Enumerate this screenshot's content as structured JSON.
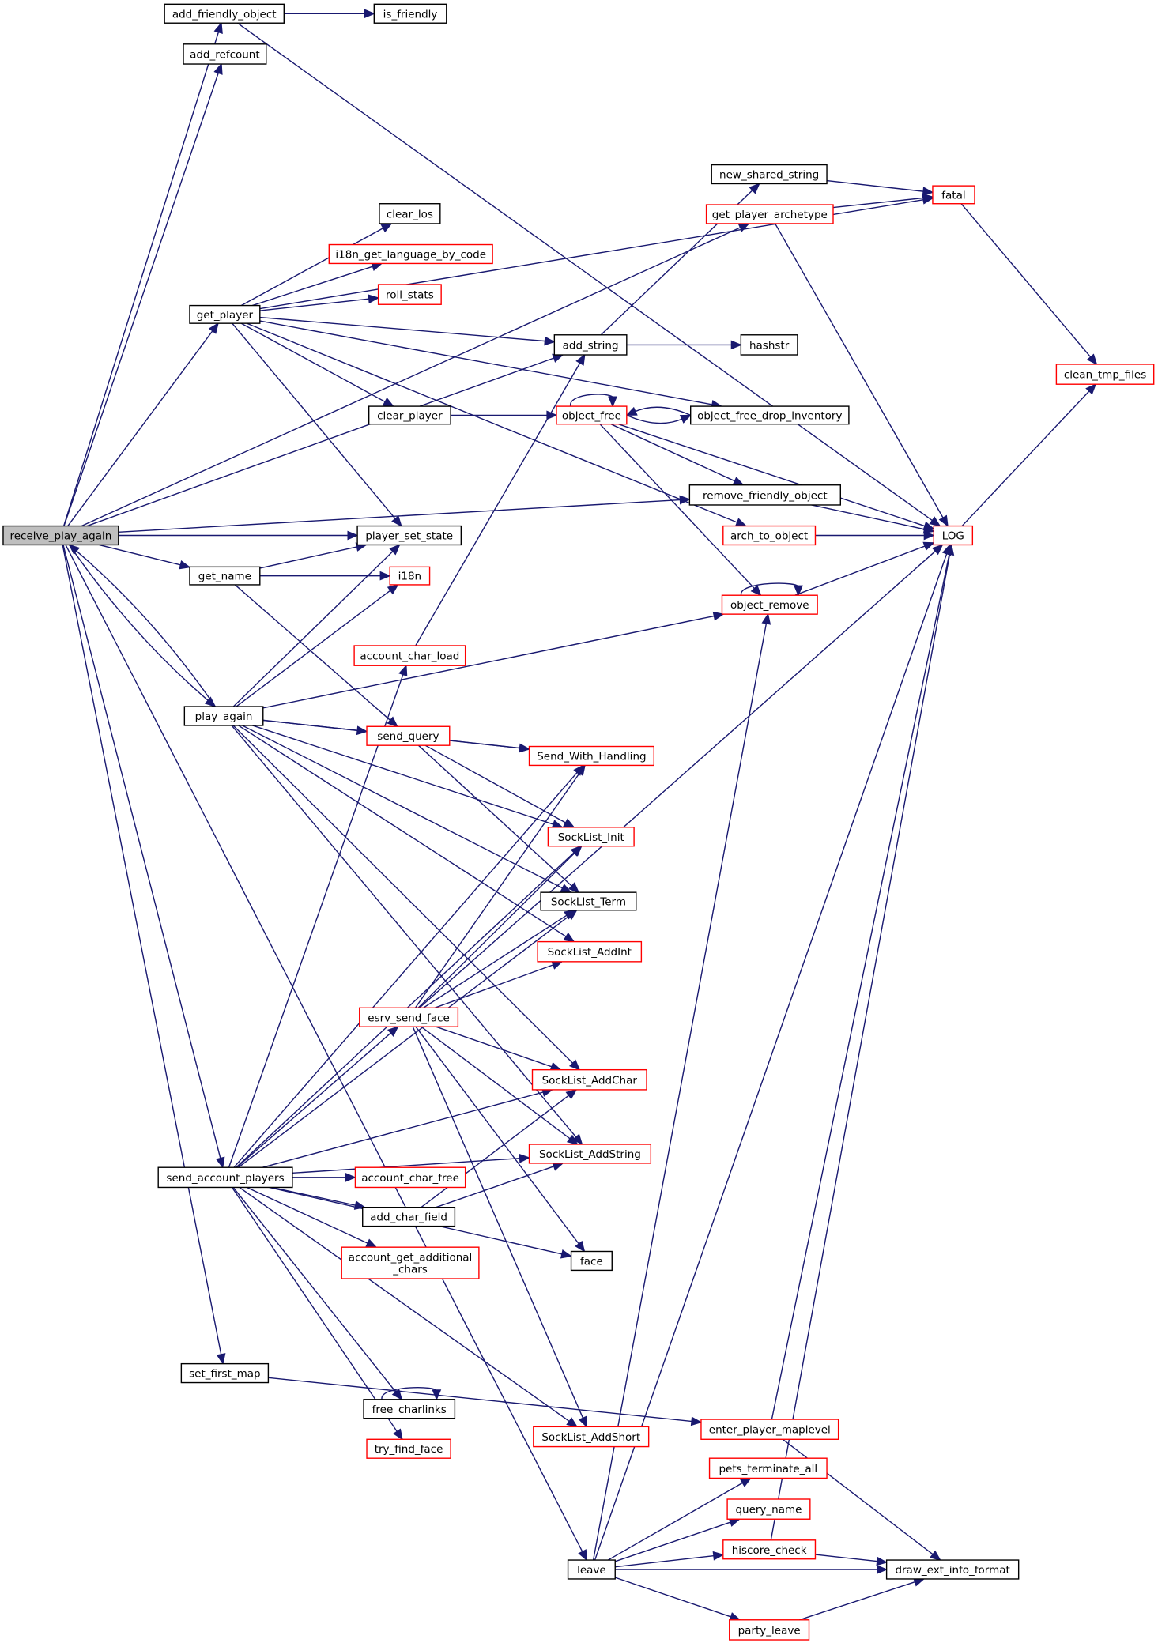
{
  "colors": {
    "edge": "#191970",
    "node_border": "#000000",
    "node_border_red": "#ff0000",
    "current_fill": "#bfbfbf",
    "background": "#ffffff"
  },
  "nodes": [
    {
      "id": "receive_play_again",
      "label": "receive_play_again",
      "style": "current"
    },
    {
      "id": "add_friendly_object",
      "label": "add_friendly_object",
      "style": "black"
    },
    {
      "id": "is_friendly",
      "label": "is_friendly",
      "style": "black"
    },
    {
      "id": "add_refcount",
      "label": "add_refcount",
      "style": "black"
    },
    {
      "id": "get_player",
      "label": "get_player",
      "style": "black"
    },
    {
      "id": "fatal",
      "label": "fatal",
      "style": "red"
    },
    {
      "id": "clear_los",
      "label": "clear_los",
      "style": "black"
    },
    {
      "id": "i18n_get_language_by_code",
      "label": "i18n_get_language_by_code",
      "style": "red"
    },
    {
      "id": "roll_stats",
      "label": "roll_stats",
      "style": "red"
    },
    {
      "id": "add_string",
      "label": "add_string",
      "style": "black"
    },
    {
      "id": "new_shared_string",
      "label": "new_shared_string",
      "style": "black"
    },
    {
      "id": "get_player_archetype",
      "label": "get_player_archetype",
      "style": "red"
    },
    {
      "id": "hashstr",
      "label": "hashstr",
      "style": "black"
    },
    {
      "id": "clean_tmp_files",
      "label": "clean_tmp_files",
      "style": "red"
    },
    {
      "id": "clear_player",
      "label": "clear_player",
      "style": "black"
    },
    {
      "id": "object_free",
      "label": "object_free",
      "style": "red"
    },
    {
      "id": "object_free_drop_inventory",
      "label": "object_free_drop_inventory",
      "style": "black"
    },
    {
      "id": "remove_friendly_object",
      "label": "remove_friendly_object",
      "style": "black"
    },
    {
      "id": "LOG",
      "label": "LOG",
      "style": "red"
    },
    {
      "id": "player_set_state",
      "label": "player_set_state",
      "style": "black"
    },
    {
      "id": "arch_to_object",
      "label": "arch_to_object",
      "style": "red"
    },
    {
      "id": "get_name",
      "label": "get_name",
      "style": "black"
    },
    {
      "id": "i18n",
      "label": "i18n",
      "style": "red"
    },
    {
      "id": "object_remove",
      "label": "object_remove",
      "style": "red"
    },
    {
      "id": "account_char_load",
      "label": "account_char_load",
      "style": "red"
    },
    {
      "id": "play_again",
      "label": "play_again",
      "style": "black"
    },
    {
      "id": "send_query",
      "label": "send_query",
      "style": "red"
    },
    {
      "id": "Send_With_Handling",
      "label": "Send_With_Handling",
      "style": "red"
    },
    {
      "id": "SockList_Init",
      "label": "SockList_Init",
      "style": "red"
    },
    {
      "id": "SockList_Term",
      "label": "SockList_Term",
      "style": "black"
    },
    {
      "id": "SockList_AddInt",
      "label": "SockList_AddInt",
      "style": "red"
    },
    {
      "id": "esrv_send_face",
      "label": "esrv_send_face",
      "style": "red"
    },
    {
      "id": "SockList_AddChar",
      "label": "SockList_AddChar",
      "style": "red"
    },
    {
      "id": "SockList_AddString",
      "label": "SockList_AddString",
      "style": "red"
    },
    {
      "id": "send_account_players",
      "label": "send_account_players",
      "style": "black"
    },
    {
      "id": "account_char_free",
      "label": "account_char_free",
      "style": "red"
    },
    {
      "id": "add_char_field",
      "label": "add_char_field",
      "style": "black"
    },
    {
      "id": "account_get_additional_chars",
      "label": "account_get_additional\n_chars",
      "style": "red"
    },
    {
      "id": "face",
      "label": "face",
      "style": "black"
    },
    {
      "id": "set_first_map",
      "label": "set_first_map",
      "style": "black"
    },
    {
      "id": "free_charlinks",
      "label": "free_charlinks",
      "style": "black"
    },
    {
      "id": "SockList_AddShort",
      "label": "SockList_AddShort",
      "style": "red"
    },
    {
      "id": "enter_player_maplevel",
      "label": "enter_player_maplevel",
      "style": "red"
    },
    {
      "id": "try_find_face",
      "label": "try_find_face",
      "style": "red"
    },
    {
      "id": "pets_terminate_all",
      "label": "pets_terminate_all",
      "style": "red"
    },
    {
      "id": "query_name",
      "label": "query_name",
      "style": "red"
    },
    {
      "id": "hiscore_check",
      "label": "hiscore_check",
      "style": "red"
    },
    {
      "id": "leave",
      "label": "leave",
      "style": "black"
    },
    {
      "id": "draw_ext_info_format",
      "label": "draw_ext_info_format",
      "style": "black"
    },
    {
      "id": "party_leave",
      "label": "party_leave",
      "style": "red"
    }
  ],
  "edges": [
    [
      "receive_play_again",
      "add_friendly_object"
    ],
    [
      "receive_play_again",
      "add_refcount"
    ],
    [
      "receive_play_again",
      "get_player"
    ],
    [
      "receive_play_again",
      "get_player_archetype"
    ],
    [
      "receive_play_again",
      "add_string"
    ],
    [
      "receive_play_again",
      "remove_friendly_object"
    ],
    [
      "receive_play_again",
      "player_set_state"
    ],
    [
      "receive_play_again",
      "get_name"
    ],
    [
      "receive_play_again",
      "play_again"
    ],
    [
      "receive_play_again",
      "send_account_players"
    ],
    [
      "receive_play_again",
      "set_first_map"
    ],
    [
      "receive_play_again",
      "leave"
    ],
    [
      "add_friendly_object",
      "is_friendly"
    ],
    [
      "add_friendly_object",
      "LOG"
    ],
    [
      "get_player",
      "fatal"
    ],
    [
      "get_player",
      "clear_los"
    ],
    [
      "get_player",
      "i18n_get_language_by_code"
    ],
    [
      "get_player",
      "roll_stats"
    ],
    [
      "get_player",
      "add_string"
    ],
    [
      "get_player",
      "clear_player"
    ],
    [
      "get_player",
      "object_free_drop_inventory"
    ],
    [
      "get_player",
      "player_set_state"
    ],
    [
      "get_player",
      "arch_to_object"
    ],
    [
      "add_string",
      "new_shared_string"
    ],
    [
      "add_string",
      "hashstr"
    ],
    [
      "new_shared_string",
      "fatal"
    ],
    [
      "get_player_archetype",
      "fatal"
    ],
    [
      "get_player_archetype",
      "LOG"
    ],
    [
      "fatal",
      "clean_tmp_files"
    ],
    [
      "LOG",
      "clean_tmp_files"
    ],
    [
      "clear_player",
      "object_free"
    ],
    [
      "object_free",
      "object_free"
    ],
    [
      "object_free",
      "object_free_drop_inventory"
    ],
    [
      "object_free_drop_inventory",
      "object_free"
    ],
    [
      "object_free",
      "remove_friendly_object"
    ],
    [
      "object_free",
      "LOG"
    ],
    [
      "object_free",
      "object_remove"
    ],
    [
      "remove_friendly_object",
      "LOG"
    ],
    [
      "arch_to_object",
      "LOG"
    ],
    [
      "get_name",
      "player_set_state"
    ],
    [
      "get_name",
      "i18n"
    ],
    [
      "get_name",
      "send_query"
    ],
    [
      "object_remove",
      "object_remove"
    ],
    [
      "object_remove",
      "LOG"
    ],
    [
      "account_char_load",
      "add_string"
    ],
    [
      "play_again",
      "receive_play_again"
    ],
    [
      "play_again",
      "player_set_state"
    ],
    [
      "play_again",
      "i18n"
    ],
    [
      "play_again",
      "object_remove"
    ],
    [
      "play_again",
      "send_query"
    ],
    [
      "play_again",
      "Send_With_Handling"
    ],
    [
      "play_again",
      "SockList_Init"
    ],
    [
      "play_again",
      "SockList_Term"
    ],
    [
      "play_again",
      "SockList_AddInt"
    ],
    [
      "play_again",
      "SockList_AddChar"
    ],
    [
      "play_again",
      "SockList_AddString"
    ],
    [
      "send_query",
      "Send_With_Handling"
    ],
    [
      "send_query",
      "SockList_Init"
    ],
    [
      "send_query",
      "SockList_Term"
    ],
    [
      "esrv_send_face",
      "Send_With_Handling"
    ],
    [
      "esrv_send_face",
      "SockList_Init"
    ],
    [
      "esrv_send_face",
      "SockList_Term"
    ],
    [
      "esrv_send_face",
      "SockList_AddInt"
    ],
    [
      "esrv_send_face",
      "LOG"
    ],
    [
      "esrv_send_face",
      "SockList_AddChar"
    ],
    [
      "esrv_send_face",
      "SockList_AddString"
    ],
    [
      "esrv_send_face",
      "face"
    ],
    [
      "esrv_send_face",
      "SockList_AddShort"
    ],
    [
      "send_account_players",
      "account_char_load"
    ],
    [
      "send_account_players",
      "Send_With_Handling"
    ],
    [
      "send_account_players",
      "SockList_Init"
    ],
    [
      "send_account_players",
      "SockList_Term"
    ],
    [
      "send_account_players",
      "esrv_send_face"
    ],
    [
      "send_account_players",
      "SockList_AddChar"
    ],
    [
      "send_account_players",
      "account_char_free"
    ],
    [
      "send_account_players",
      "add_char_field"
    ],
    [
      "send_account_players",
      "account_get_additional_chars"
    ],
    [
      "send_account_players",
      "SockList_AddString"
    ],
    [
      "send_account_players",
      "face"
    ],
    [
      "send_account_players",
      "free_charlinks"
    ],
    [
      "send_account_players",
      "try_find_face"
    ],
    [
      "send_account_players",
      "SockList_AddShort"
    ],
    [
      "add_char_field",
      "SockList_AddChar"
    ],
    [
      "add_char_field",
      "SockList_AddString"
    ],
    [
      "free_charlinks",
      "free_charlinks"
    ],
    [
      "set_first_map",
      "enter_player_maplevel"
    ],
    [
      "enter_player_maplevel",
      "LOG"
    ],
    [
      "enter_player_maplevel",
      "draw_ext_info_format"
    ],
    [
      "leave",
      "object_remove"
    ],
    [
      "leave",
      "LOG"
    ],
    [
      "leave",
      "pets_terminate_all"
    ],
    [
      "leave",
      "query_name"
    ],
    [
      "leave",
      "hiscore_check"
    ],
    [
      "leave",
      "draw_ext_info_format"
    ],
    [
      "leave",
      "party_leave"
    ],
    [
      "hiscore_check",
      "LOG"
    ],
    [
      "hiscore_check",
      "draw_ext_info_format"
    ],
    [
      "party_leave",
      "draw_ext_info_format"
    ]
  ]
}
